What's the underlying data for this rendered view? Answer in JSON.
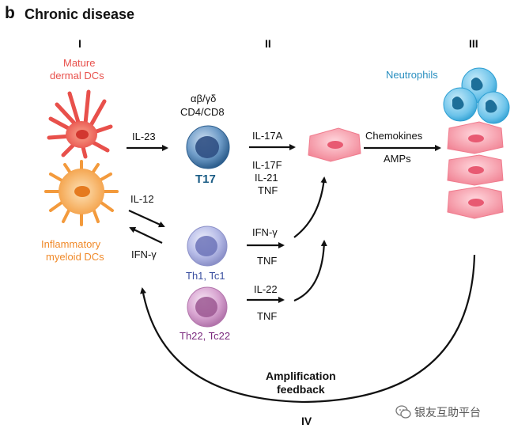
{
  "panel": {
    "letter": "b",
    "title": "Chronic disease"
  },
  "stages": [
    "I",
    "II",
    "III",
    "IV"
  ],
  "cells": {
    "mature_dcs": {
      "label_line1": "Mature",
      "label_line2": "dermal DCs",
      "color": "#e8504b"
    },
    "inflammatory_dcs": {
      "label_line1": "Inflammatory",
      "label_line2": "myeloid DCs",
      "color": "#f39a3c"
    },
    "t17": {
      "header_line1": "αβ/γδ",
      "header_line2": "CD4/CD8",
      "label": "T17",
      "color": "#1a5c85"
    },
    "th1": {
      "label": "Th1, Tc1",
      "color": "#3a4fa0"
    },
    "th22": {
      "label": "Th22, Tc22",
      "color": "#7a2a7e"
    },
    "neutrophils": {
      "label": "Neutrophils",
      "color": "#2a8fc0"
    }
  },
  "signals": {
    "il23": "IL-23",
    "il12": "IL-12",
    "ifng_back": "IFN-γ",
    "t17_out": [
      "IL-17A",
      "IL-17F",
      "IL-21",
      "TNF"
    ],
    "th1_out": [
      "IFN-γ",
      "TNF"
    ],
    "th22_out": [
      "IL-22",
      "TNF"
    ],
    "keratinocyte_out": [
      "Chemokines",
      "AMPs"
    ]
  },
  "feedback": {
    "line1": "Amplification",
    "line2": "feedback"
  },
  "watermark": "银友互助平台"
}
